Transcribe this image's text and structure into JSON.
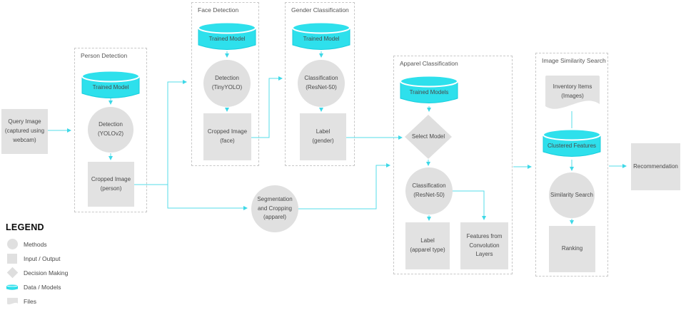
{
  "groups": {
    "person": {
      "title": "Person Detection"
    },
    "face": {
      "title": "Face Detection"
    },
    "gender": {
      "title": "Gender Classification"
    },
    "apparel": {
      "title": "Apparel Classification"
    },
    "similarity": {
      "title": "Image Similarity Search"
    }
  },
  "nodes": {
    "query_image": {
      "type": "input-output",
      "label": "Query Image\n(captured using\nwebcam)"
    },
    "person_trained_model": {
      "type": "data-model",
      "label": "Trained Model"
    },
    "person_detection": {
      "type": "method",
      "label": "Detection\n(YOLOv2)"
    },
    "cropped_person": {
      "type": "input-output",
      "label": "Cropped Image\n(person)"
    },
    "face_trained_model": {
      "type": "data-model",
      "label": "Trained Model"
    },
    "face_detection": {
      "type": "method",
      "label": "Detection\n(TinyYOLO)"
    },
    "cropped_face": {
      "type": "input-output",
      "label": "Cropped Image\n(face)"
    },
    "gender_trained_model": {
      "type": "data-model",
      "label": "Trained Model"
    },
    "gender_classification": {
      "type": "method",
      "label": "Classification\n(ResNet-50)"
    },
    "gender_label": {
      "type": "input-output",
      "label": "Label\n(gender)"
    },
    "segmentation": {
      "type": "method",
      "label": "Segmentation\nand Cropping\n(apparel)"
    },
    "apparel_trained_models": {
      "type": "data-model",
      "label": "Trained Models"
    },
    "select_model": {
      "type": "decision",
      "label": "Select Model"
    },
    "apparel_classification": {
      "type": "method",
      "label": "Classification\n(ResNet-50)"
    },
    "apparel_label": {
      "type": "input-output",
      "label": "Label\n(apparel type)"
    },
    "conv_features": {
      "type": "input-output",
      "label": "Features from\nConvolution Layers"
    },
    "inventory_items": {
      "type": "files",
      "label": "Inventory Items\n(Images)"
    },
    "clustered_features": {
      "type": "data-model",
      "label": "Clustered Features"
    },
    "similarity_search": {
      "type": "method",
      "label": "Similarity Search"
    },
    "ranking": {
      "type": "input-output",
      "label": "Ranking"
    },
    "recommendation": {
      "type": "input-output",
      "label": "Recommendation"
    }
  },
  "legend": {
    "title": "LEGEND",
    "items": {
      "methods": {
        "shape": "circle",
        "label": "Methods"
      },
      "io": {
        "shape": "square",
        "label": "Input / Output"
      },
      "decision": {
        "shape": "diamond",
        "label": "Decision Making"
      },
      "data": {
        "shape": "cylinder",
        "label": "Data / Models"
      },
      "files": {
        "shape": "document",
        "label": "Files"
      }
    }
  },
  "colors": {
    "data_model_fill": "#2ee0ec",
    "data_model_stroke": "#17cedd",
    "shape_fill": "#e2e2e2",
    "connector": "#56dce9",
    "group_border": "#c8c8c8",
    "text": "#4a4a4a"
  }
}
